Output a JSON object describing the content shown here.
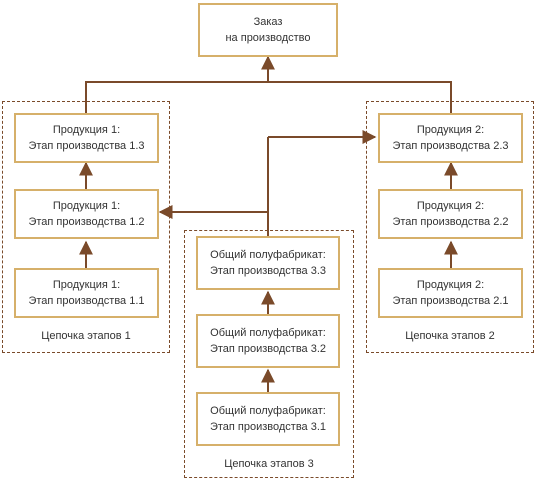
{
  "order": {
    "line1": "Заказ",
    "line2": "на производство"
  },
  "chain1": {
    "label": "Цепочка этапов 1",
    "stages": [
      {
        "line1": "Продукция 1:",
        "line2": "Этап производства 1.3"
      },
      {
        "line1": "Продукция 1:",
        "line2": "Этап производства 1.2"
      },
      {
        "line1": "Продукция 1:",
        "line2": "Этап производства 1.1"
      }
    ]
  },
  "chain2": {
    "label": "Цепочка этапов 2",
    "stages": [
      {
        "line1": "Продукция 2:",
        "line2": "Этап производства 2.3"
      },
      {
        "line1": "Продукция 2:",
        "line2": "Этап производства 2.2"
      },
      {
        "line1": "Продукция 2:",
        "line2": "Этап производства 2.1"
      }
    ]
  },
  "chain3": {
    "label": "Цепочка этапов 3",
    "stages": [
      {
        "line1": "Общий полуфабрикат:",
        "line2": "Этап производства 3.3"
      },
      {
        "line1": "Общий полуфабрикат:",
        "line2": "Этап производства 3.2"
      },
      {
        "line1": "Общий полуфабрикат:",
        "line2": "Этап производства 3.1"
      }
    ]
  },
  "colors": {
    "box_border": "#d6b06a",
    "connector": "#7a4a2a",
    "group_border": "#7a4a2a",
    "text": "#333333"
  }
}
